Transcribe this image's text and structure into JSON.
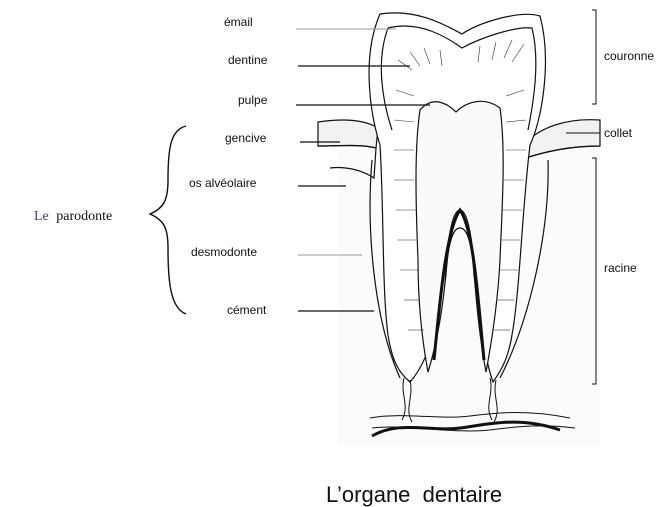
{
  "labels": {
    "email": "émail",
    "dentine": "dentine",
    "pulpe": "pulpe",
    "gencive": "gencive",
    "os_alveolaire": "os alvéolaire",
    "desmodonte": "desmodonte",
    "cement": "cément",
    "couronne": "couronne",
    "collet": "collet",
    "racine": "racine"
  },
  "parodonte": {
    "prefix": "Le",
    "word": "parodonte"
  },
  "caption": "L’organe  dentaire",
  "colors": {
    "line": "#111111",
    "parodonte_prefix": "#3a3a8c",
    "text": "#111111"
  }
}
